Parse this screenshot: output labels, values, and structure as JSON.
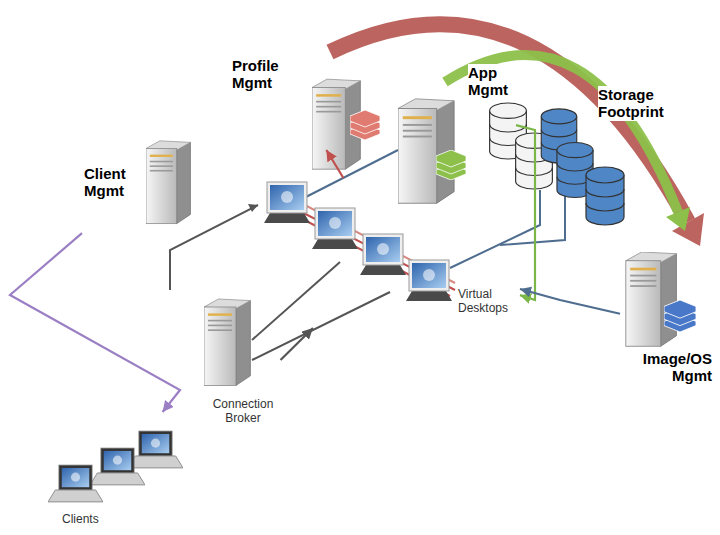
{
  "diagram": {
    "nodes": [
      {
        "text": [
          "Profile Mgmt"
        ]
      },
      {
        "text": [
          "App Mgmt"
        ]
      },
      {
        "text": [
          "Client Mgmt"
        ]
      },
      {
        "text": [
          "Virtual Desktops"
        ]
      },
      {
        "text": [
          "Image/OS Mgmt"
        ]
      },
      {
        "text": [
          "Connection Broker"
        ]
      },
      {
        "text": [
          "Clients"
        ]
      }
    ],
    "edges": [
      {
        "from": 2,
        "to": 6,
        "arrow": "to"
      },
      {
        "from": 5,
        "to": 3,
        "arrow": "to"
      },
      {
        "from": 3,
        "to": 0,
        "arrow": "to"
      },
      {
        "from": 1,
        "to": 3,
        "arrow": "to"
      },
      {
        "from": 4,
        "to": 3,
        "arrow": "to"
      }
    ],
    "labels": [
      "Storage Footprint"
    ]
  }
}
